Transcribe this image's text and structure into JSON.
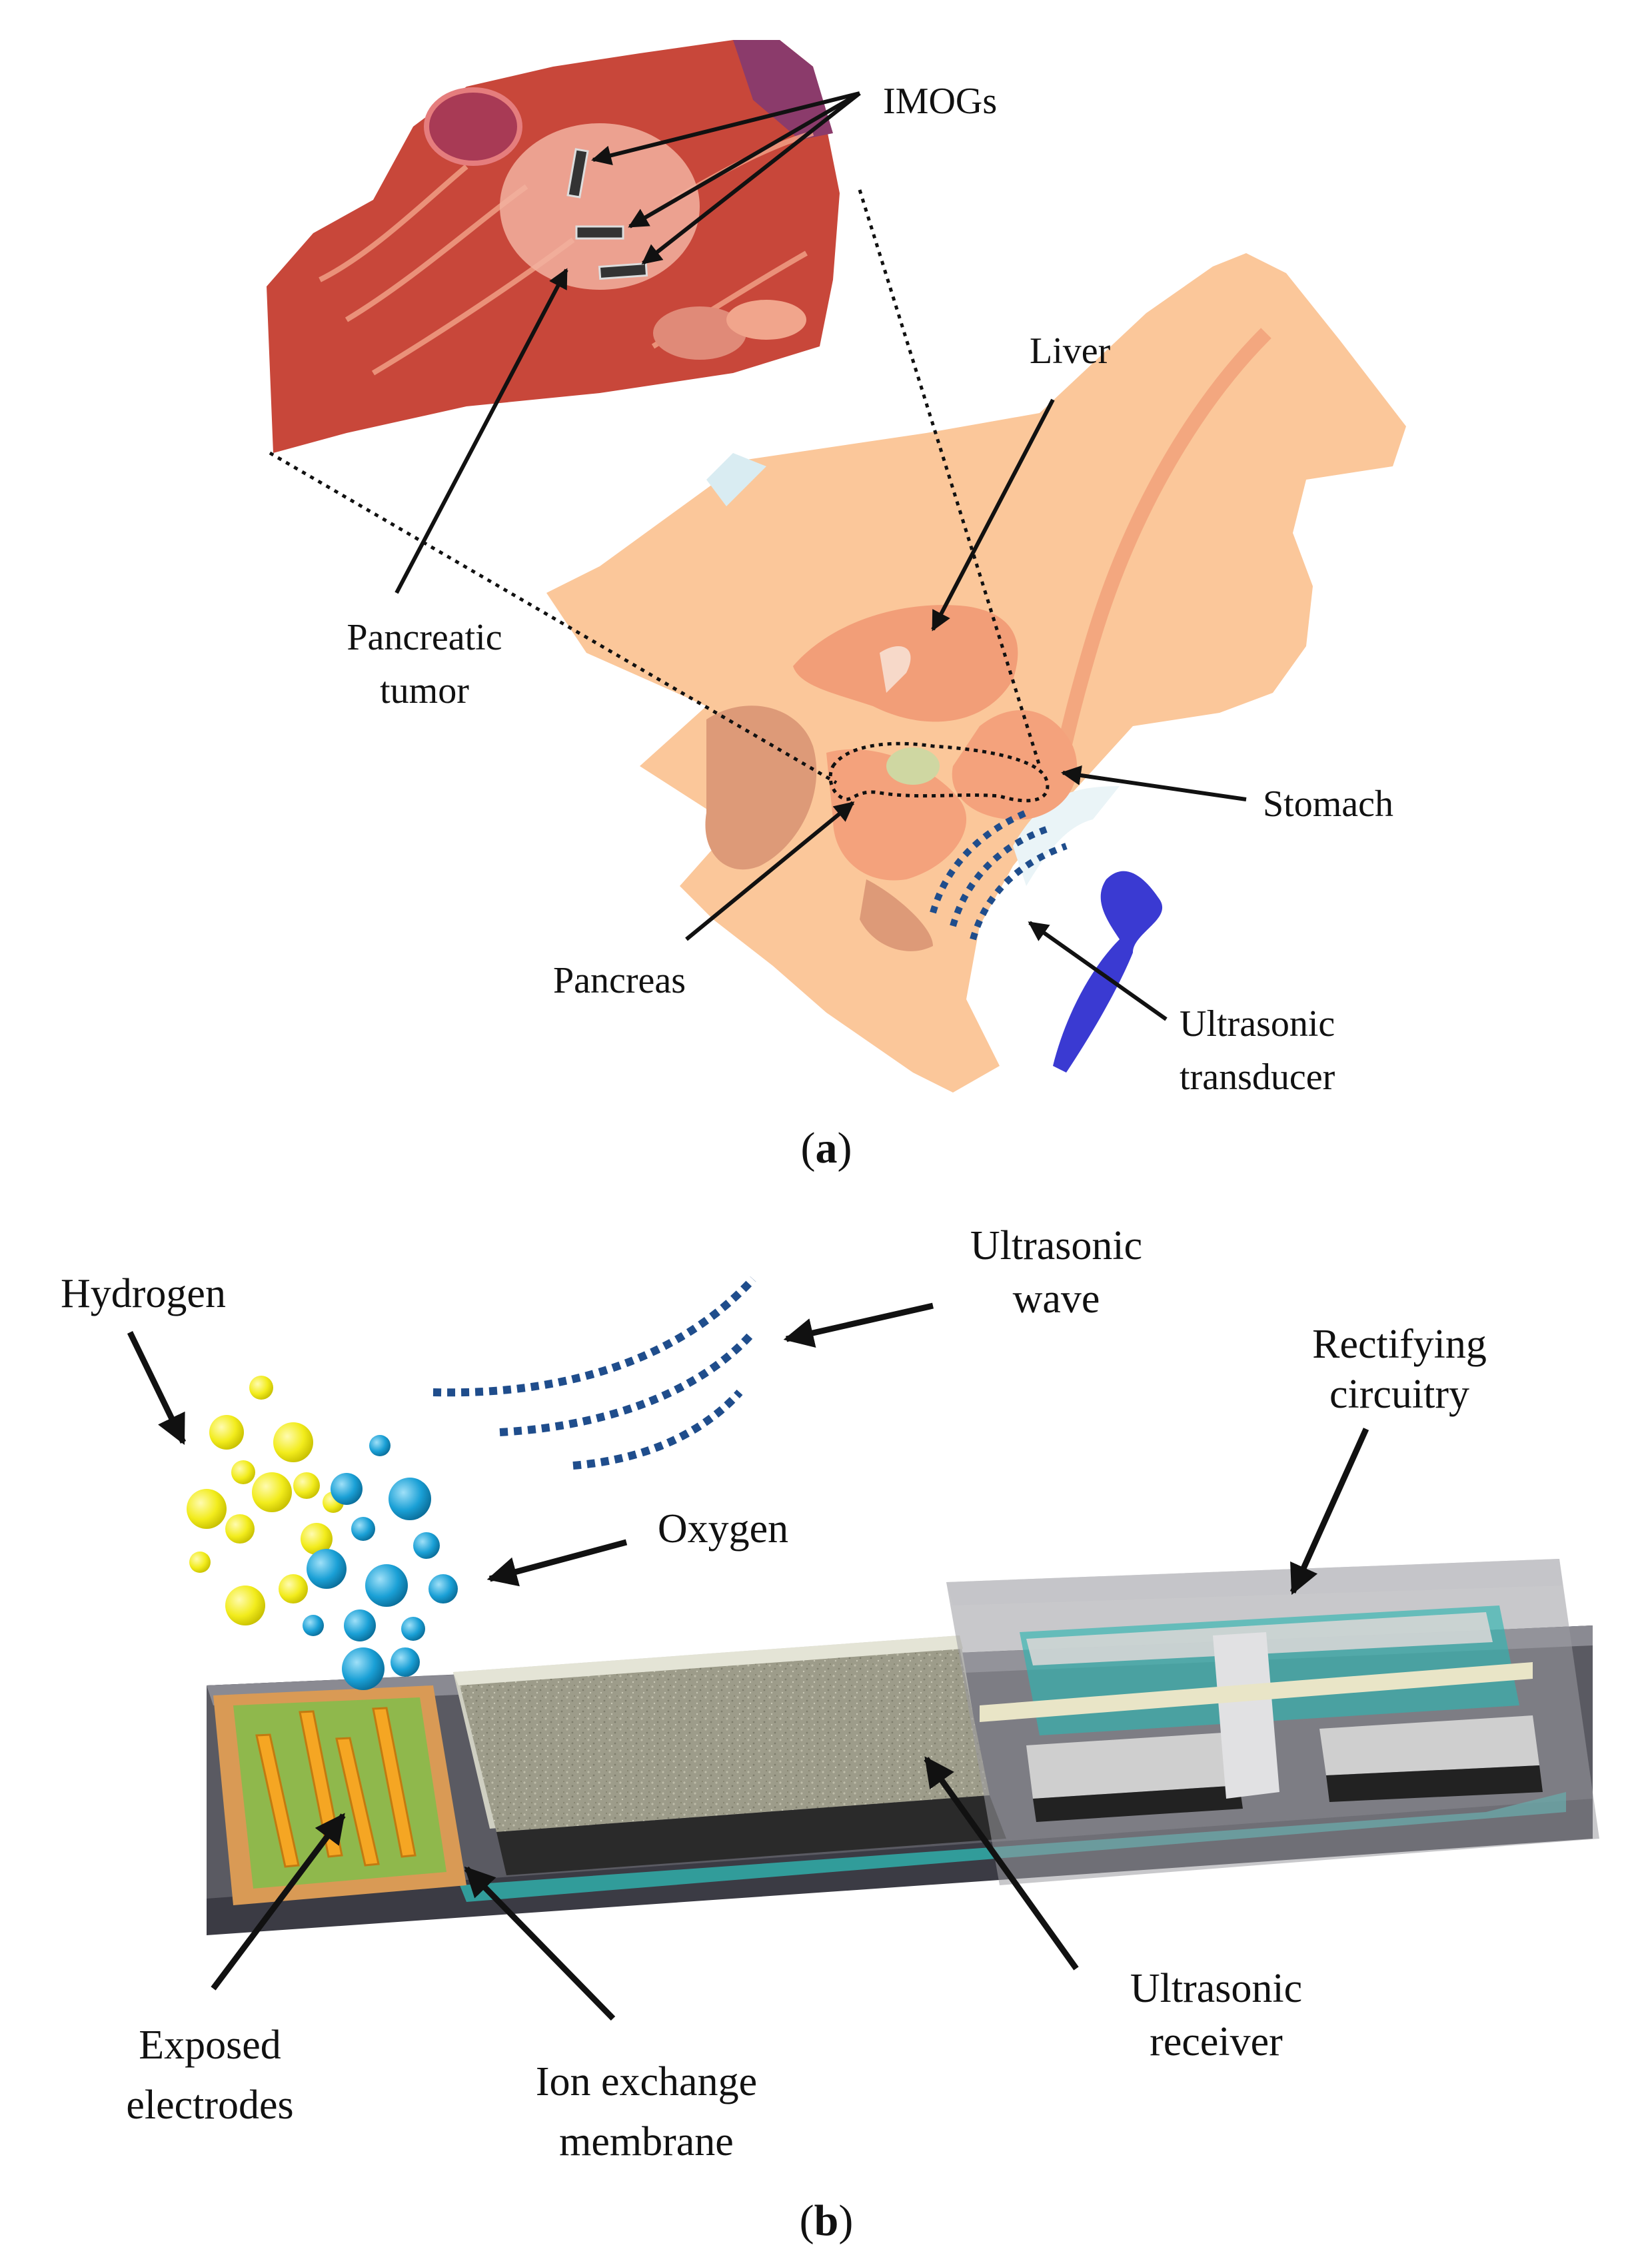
{
  "panel_a": {
    "caption": [
      "(",
      "a",
      ")"
    ],
    "labels": {
      "imogs": "IMOGs",
      "liver": "Liver",
      "pancreatic_tumor": [
        "Pancreatic",
        "tumor"
      ],
      "stomach": "Stomach",
      "pancreas": "Pancreas",
      "ultrasonic_transducer": [
        "Ultrasonic",
        "transducer"
      ]
    },
    "colors": {
      "body": "#fbc79a",
      "tissue": "#c8473a",
      "transducer": "#3a3ad2",
      "waves": "#1f4d8c"
    }
  },
  "panel_b": {
    "caption": [
      "(",
      "b",
      ")"
    ],
    "labels": {
      "hydrogen": "Hydrogen",
      "ultrasonic_wave": [
        "Ultrasonic",
        "wave"
      ],
      "rectifying_circuitry": [
        "Rectifying",
        "circuitry"
      ],
      "oxygen": "Oxygen",
      "exposed_electrodes": [
        "Exposed",
        "electrodes"
      ],
      "ion_exchange_membrane": [
        "Ion exchange",
        "membrane"
      ],
      "ultrasonic_receiver": [
        "Ultrasonic",
        "receiver"
      ]
    },
    "colors": {
      "hydrogen": "#f2ec1c",
      "oxygen": "#1aa0d6",
      "electrode": "#f5a623",
      "membrane": "#d99a55",
      "receiver": "#9a9a8a",
      "base": "#3b3b44"
    }
  }
}
